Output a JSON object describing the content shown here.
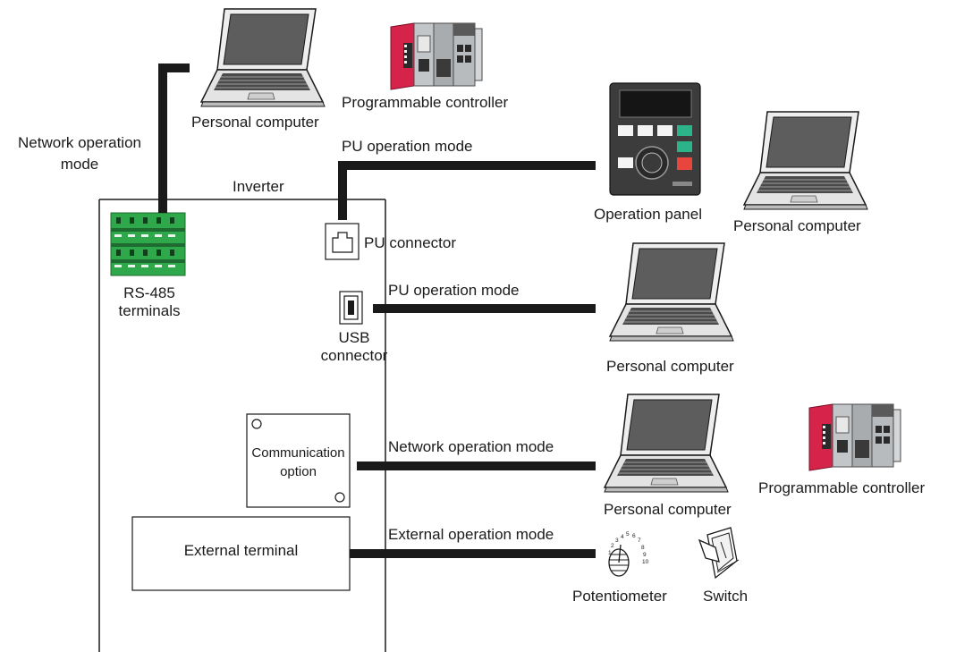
{
  "labels": {
    "network_operation_mode_top": [
      "Network operation",
      "mode"
    ],
    "personal_computer_top": "Personal computer",
    "programmable_controller_top": "Programmable controller",
    "inverter": "Inverter",
    "pu_operation_mode_1": "PU operation mode",
    "operation_panel": "Operation panel",
    "personal_computer_right": "Personal computer",
    "pu_connector": "PU connector",
    "rs485_terminals": [
      "RS-485",
      "terminals"
    ],
    "pu_operation_mode_2": "PU operation mode",
    "usb_connector": [
      "USB",
      "connector"
    ],
    "personal_computer_mid": "Personal computer",
    "communication_option": [
      "Communication",
      "option"
    ],
    "network_operation_mode_mid": "Network operation mode",
    "personal_computer_lower": "Personal computer",
    "programmable_controller_lower": "Programmable controller",
    "external_terminal": "External terminal",
    "external_operation_mode": "External operation mode",
    "potentiometer": "Potentiometer",
    "switch": "Switch"
  },
  "dial_numbers": [
    "1",
    "2",
    "3",
    "4",
    "5",
    "6",
    "7",
    "8",
    "9",
    "10"
  ],
  "colors": {
    "line": "#1a1a1a",
    "terminal_green": "#2ea84a",
    "plc_red": "#d6234a",
    "plc_gray": "#b9bcbf",
    "panel_dark": "#3c3c3c",
    "panel_green": "#2db38a",
    "panel_red": "#e8453c",
    "laptop_body": "#e6e6e6",
    "laptop_screen": "#5a5a5a"
  }
}
